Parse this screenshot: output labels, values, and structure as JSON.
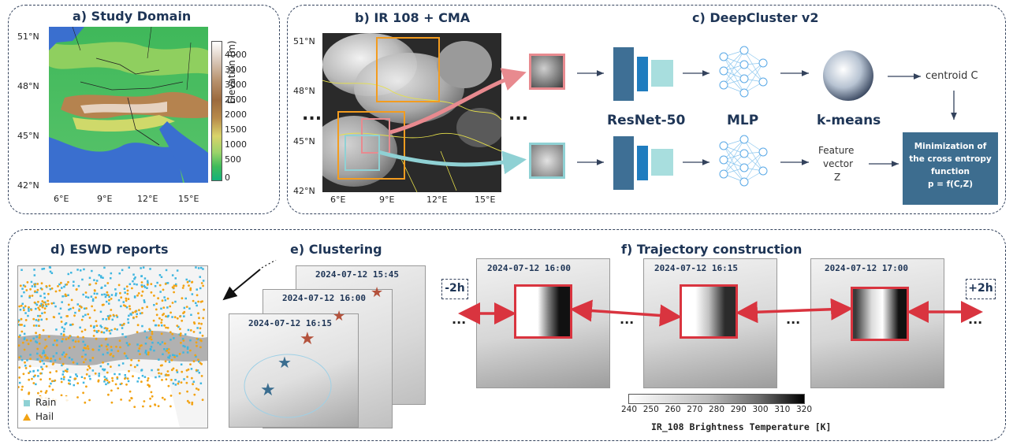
{
  "panels": {
    "a": {
      "title": "a) Study Domain",
      "lat_ticks": [
        "51°N",
        "48°N",
        "45°N",
        "42°N"
      ],
      "lon_ticks": [
        "6°E",
        "9°E",
        "12°E",
        "15°E"
      ],
      "colorbar_ticks": [
        "4000",
        "3500",
        "3000",
        "2500",
        "2000",
        "1500",
        "1000",
        "500",
        "0"
      ],
      "colorbar_label": "Elevation (m)"
    },
    "b": {
      "title": "b) IR 108 + CMA",
      "lat_ticks": [
        "51°N",
        "48°N",
        "45°N",
        "42°N"
      ],
      "lon_ticks": [
        "6°E",
        "9°E",
        "12°E",
        "15°E"
      ],
      "ellipsis": "..."
    },
    "c": {
      "title": "c) DeepCluster v2",
      "resnet_label": "ResNet-50",
      "mlp_label": "MLP",
      "kmeans_label": "k-means",
      "centroid_label": "centroid C",
      "feature_label_1": "Feature",
      "feature_label_2": "vector",
      "feature_label_3": "Z",
      "loss_line1": "Minimization of",
      "loss_line2": "the cross entropy",
      "loss_line3": "function",
      "loss_line4": "p = f(C,Z)"
    },
    "d": {
      "title": "d) ESWD reports",
      "legend_rain": "Rain",
      "legend_hail": "Hail"
    },
    "e": {
      "title": "e) Clustering",
      "frames": [
        "2024-07-12 15:45",
        "2024-07-12 16:00",
        "2024-07-12 16:15"
      ]
    },
    "f": {
      "title": "f) Trajectory construction",
      "frames": [
        "2024-07-12 16:00",
        "2024-07-12 16:15",
        "2024-07-12 17:00"
      ],
      "minus": "-2h",
      "plus": "+2h",
      "colorbar_ticks": [
        "240",
        "250",
        "260",
        "270",
        "280",
        "290",
        "300",
        "310",
        "320"
      ],
      "colorbar_label": "IR_108 Brightness Temperature [K]",
      "ellipsis": "..."
    }
  },
  "colors": {
    "frame_dash": "#33425c",
    "title": "#1e3556",
    "orange": "#f39c1f",
    "pink": "#e88a8f",
    "cyan": "#8fd1d4",
    "red": "#d9343f",
    "resnet_dark": "#3e6f95",
    "resnet_mid": "#1f7cbf",
    "resnet_light": "#a8dede",
    "loss_box": "#3d6d8f",
    "rain": "#3fb6e0",
    "hail": "#f2a314"
  }
}
